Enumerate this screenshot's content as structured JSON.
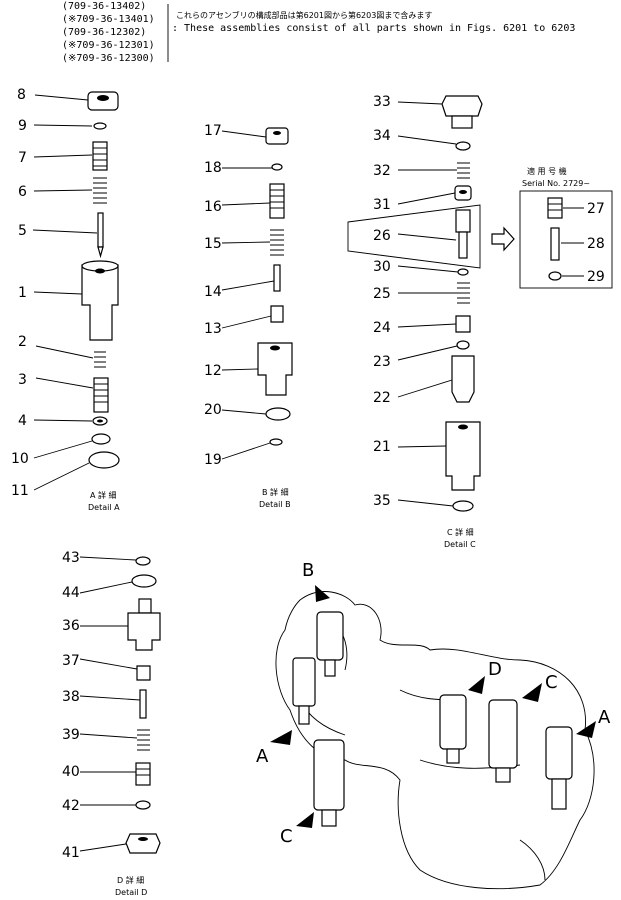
{
  "header": {
    "part_numbers": [
      "(709-36-13402)",
      "(※709-36-13401)",
      "(709-36-12302)",
      "(※709-36-12301)",
      "(※709-36-12300)"
    ],
    "note_jp": "これらのアセンブリの構成部品は第6201図から第6203図まで含みます",
    "note_en": ": These assemblies consist of all parts shown in Figs. 6201 to 6203"
  },
  "details": {
    "a": {
      "jp": "A 詳 細",
      "en": "Detail A"
    },
    "b": {
      "jp": "B 詳 細",
      "en": "Detail B"
    },
    "c": {
      "jp": "C 詳 細",
      "en": "Detail C"
    },
    "d": {
      "jp": "D 詳 細",
      "en": "Detail D"
    }
  },
  "serial_box": {
    "jp": "適 用 号 機",
    "en": "Serial No. 2729~"
  },
  "callouts": {
    "n1": "1",
    "n2": "2",
    "n3": "3",
    "n4": "4",
    "n5": "5",
    "n6": "6",
    "n7": "7",
    "n8": "8",
    "n9": "9",
    "n10": "10",
    "n11": "11",
    "n12": "12",
    "n13": "13",
    "n14": "14",
    "n15": "15",
    "n16": "16",
    "n17": "17",
    "n18": "18",
    "n19": "19",
    "n20": "20",
    "n21": "21",
    "n22": "22",
    "n23": "23",
    "n24": "24",
    "n25": "25",
    "n26": "26",
    "n27": "27",
    "n28": "28",
    "n29": "29",
    "n30": "30",
    "n31": "31",
    "n32": "32",
    "n33": "33",
    "n34": "34",
    "n35": "35",
    "n36": "36",
    "n37": "37",
    "n38": "38",
    "n39": "39",
    "n40": "40",
    "n41": "41",
    "n42": "42",
    "n43": "43",
    "n44": "44"
  },
  "view_labels": {
    "a1": "A",
    "a2": "A",
    "b": "B",
    "c1": "C",
    "c2": "C",
    "d": "D"
  }
}
